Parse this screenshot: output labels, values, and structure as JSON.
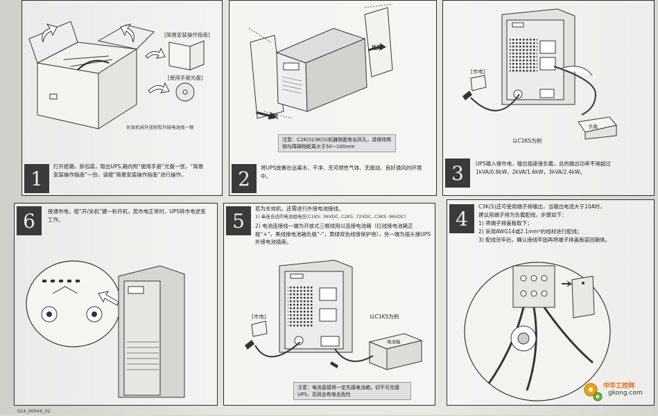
{
  "panel1": {
    "number": "1",
    "label_quick_guide": "[简易安装操作指南]",
    "label_manual_cd": "[使用手册光盘]",
    "caption_cable": "长效机另外还附有外接电池线一根",
    "text": "打开纸箱，拆包装，取出UPS,箱内附“使用手册”光盘一张，“简易安装操作指南”一份，请按“简易安装操作指南”进行操作。"
  },
  "panel2": {
    "number": "2",
    "label_in_air": "进风",
    "label_out_air": "出风",
    "note": "注意：C2K(S)/3K(S)机器侧面有出风孔，请保持两侧与障碍物距离大于50~100mm",
    "text": "将UPS放置在远离水、干净、无可燃性气体、无振动、良好通风的环境中。"
  },
  "panel3": {
    "number": "3",
    "label_mains": "[市电]",
    "label_load": "负载",
    "caption_example": "以C1KS为例",
    "text": "UPS输入接市电，输出插座接负载，总的输出功率不得超过1kVA/0.8kW，2kVA/1.6kW，3kVA/2.4kW。"
  },
  "panel4": {
    "number": "4",
    "text_line1": "C3K(S)还可使用端子排输出，当输出电流大于10A时，",
    "text_line2": "建议用端子排为负载配线，步骤如下：",
    "step1": "1) 将端子排盖板取下；",
    "step2": "2) 采用AWG14或2.1mm²的线材进行配线；",
    "step3": "3) 配线完毕后，确认接线牢固再将端子排盖板装回箱体。"
  },
  "panel5": {
    "number": "5",
    "text_intro": "若为长效机，还需进行外接电池接线。",
    "step1": "1) 串连合适的电池组电压(C1KS: 36VDC, C2KS: 72VDC, C3KS: 96VDC)",
    "step2": "2) 电池连接线一端为开放式三根线用以连接电池箱（红线接电池箱正极“+”，黑线接电池箱负极“-”，黄绿双色线接保护地），另一端为插头接UPS外接电池插座。",
    "label_mains": "[市电]",
    "caption_example": "以C1KS为例",
    "label_battery_box": "电池箱",
    "note": "注意：电池直接将一定先接电池箱，切不可先接UPS，否则会有电击危险"
  },
  "panel6": {
    "number": "6",
    "text": "接通市电，按“开/关机”键一秒开机，若市电正常时，UPS转市电逆变工作。"
  },
  "watermark": {
    "brand": "中华工控网",
    "site": "gkong.com"
  },
  "footer_code": "S14_00046_02"
}
